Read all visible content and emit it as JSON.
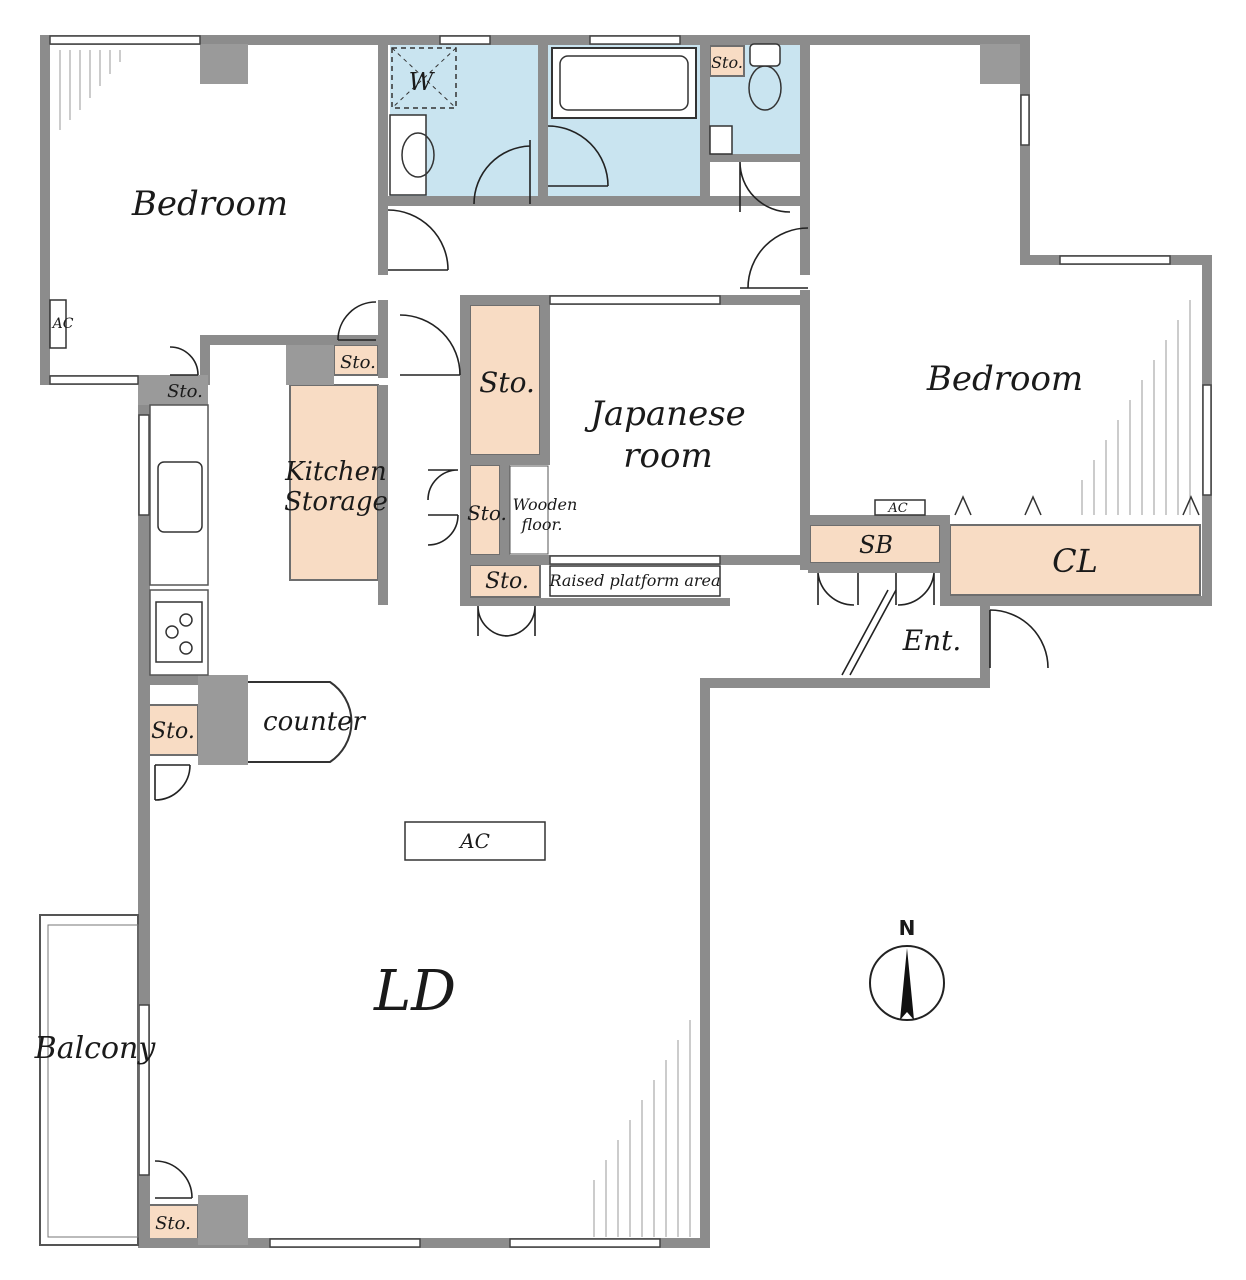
{
  "rooms": {
    "bedroom_west": "Bedroom",
    "bedroom_east": "Bedroom",
    "japanese_room_line1": "Japanese",
    "japanese_room_line2": "room",
    "ld": "LD",
    "balcony": "Balcony",
    "entrance": "Ent."
  },
  "storage": {
    "kitchen_storage_line1": "Kitchen",
    "kitchen_storage_line2": "Storage",
    "sto": "Sto.",
    "sb": "SB",
    "cl": "CL"
  },
  "fixtures": {
    "washer": "W",
    "ac": "AC",
    "counter": "counter",
    "wooden_floor_line1": "Wooden",
    "wooden_floor_line2": "floor.",
    "raised_platform": "Raised platform area"
  },
  "compass": {
    "north_label": "N"
  },
  "colors": {
    "wall": "#8c8c8c",
    "wet_area": "#c9e4f0",
    "storage_fill": "#f8dcc4"
  }
}
